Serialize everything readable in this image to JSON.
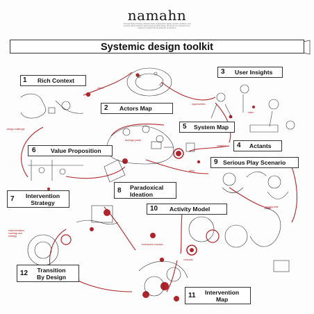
{
  "header": {
    "brand": "namahn",
    "tagline": "Through design thinking, Namahn helps organisations tackle complex problems, and ensures these solutions meet people and technology. We do this in a network of co-creation to support the development of solutions."
  },
  "title": "Systemic design toolkit",
  "steps": [
    {
      "num": "1",
      "label": "Rich Context"
    },
    {
      "num": "2",
      "label": "Actors Map"
    },
    {
      "num": "3",
      "label": "User Insights"
    },
    {
      "num": "4",
      "label": "Actants"
    },
    {
      "num": "5",
      "label": "System Map"
    },
    {
      "num": "6",
      "label": "Value  Proposition"
    },
    {
      "num": "7",
      "label": "Intervention\nStrategy"
    },
    {
      "num": "8",
      "label": "Paradoxical\nIdeation"
    },
    {
      "num": "9",
      "label": "Serious Play Scenario"
    },
    {
      "num": "10",
      "label": "Activity Model"
    },
    {
      "num": "11",
      "label": "Intervention\nMap"
    },
    {
      "num": "12",
      "label": "Transition\nBy Design"
    }
  ],
  "notes": {
    "vision": "vision",
    "opportunities": "opportunities",
    "value": "value",
    "design_challenge": "design challenge",
    "leverage_points": "leverage points",
    "variables": "variables",
    "ideas": "ideas",
    "touchpoints": "touchpoints",
    "envisioned_concepts": "envisioned concepts",
    "concepts": "concepts",
    "implementation": "implementation\nroadmap and\nstrategy"
  },
  "colors": {
    "accent": "#b0252b",
    "ink": "#222222"
  }
}
